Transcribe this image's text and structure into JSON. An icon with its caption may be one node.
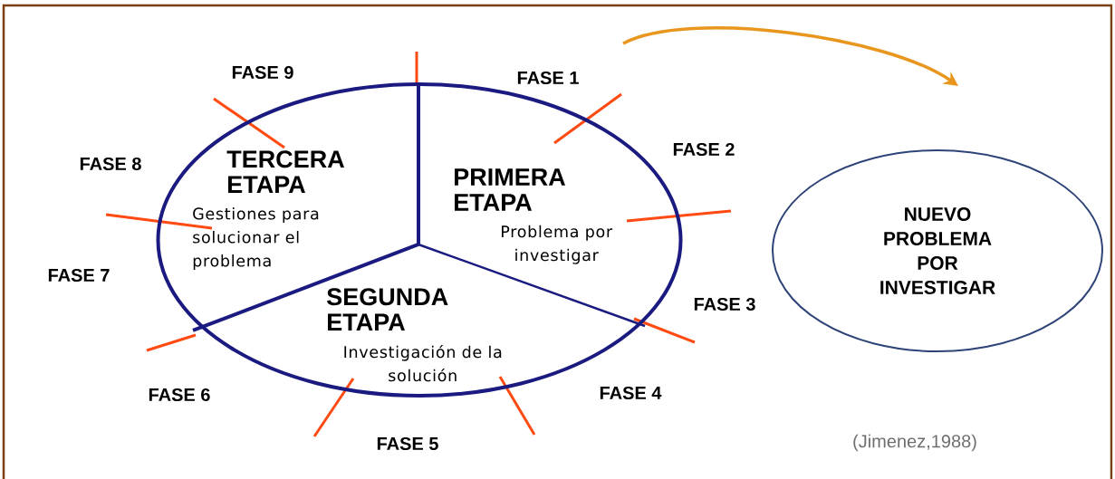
{
  "diagram": {
    "nodes": [
      {
        "text": [],
        "shape": "circle"
      },
      {
        "text": [
          "PRIMERA ETAPA",
          "Problema por investigar"
        ],
        "in": 0
      },
      {
        "text": [
          "SEGUNDA ETAPA",
          "Investigación de la solución"
        ],
        "in": 0
      },
      {
        "text": [
          "TERCERA ETAPA",
          "Gestiones para solucionar el problema"
        ],
        "in": 0
      },
      {
        "text": [
          "NUEVO PROBLEMA POR INVESTIGAR"
        ]
      }
    ],
    "edges": [
      {
        "from": null,
        "to": 4,
        "arrow": "to",
        "color": "#e8961e"
      }
    ],
    "labels": [
      "FASE 1",
      "FASE 2",
      "FASE 3",
      "FASE 4",
      "FASE 5",
      "FASE 6",
      "FASE 7",
      "FASE 8",
      "FASE 9",
      "(Jimenez,1988)"
    ]
  }
}
